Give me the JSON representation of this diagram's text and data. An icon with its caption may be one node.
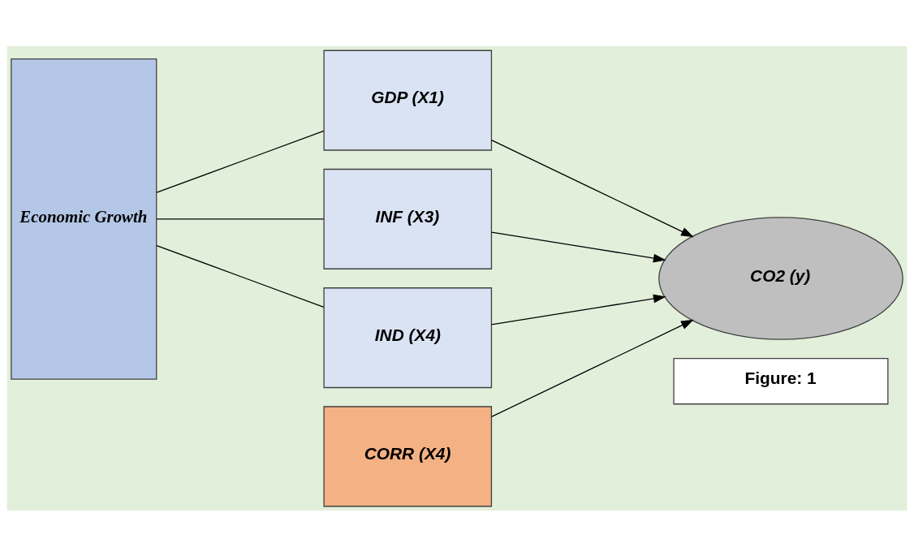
{
  "diagram": {
    "nodes": [
      {
        "text": [
          "Economic Growth"
        ]
      },
      {
        "text": [
          "GDP (X1)"
        ]
      },
      {
        "text": [
          "INF (X3)"
        ]
      },
      {
        "text": [
          "IND (X4)"
        ]
      },
      {
        "text": [
          "CORR (X4)"
        ]
      },
      {
        "text": [
          "CO2 (y)"
        ]
      },
      {
        "text": [
          "Figure: 1"
        ]
      }
    ],
    "edges": [
      {
        "from": 0,
        "to": 1,
        "arrow": "none"
      },
      {
        "from": 0,
        "to": 2,
        "arrow": "none"
      },
      {
        "from": 0,
        "to": 3,
        "arrow": "none"
      },
      {
        "from": 1,
        "to": 5,
        "arrow": "to"
      },
      {
        "from": 2,
        "to": 5,
        "arrow": "to"
      },
      {
        "from": 3,
        "to": 5,
        "arrow": "to"
      },
      {
        "from": 4,
        "to": 5,
        "arrow": "to"
      }
    ]
  }
}
